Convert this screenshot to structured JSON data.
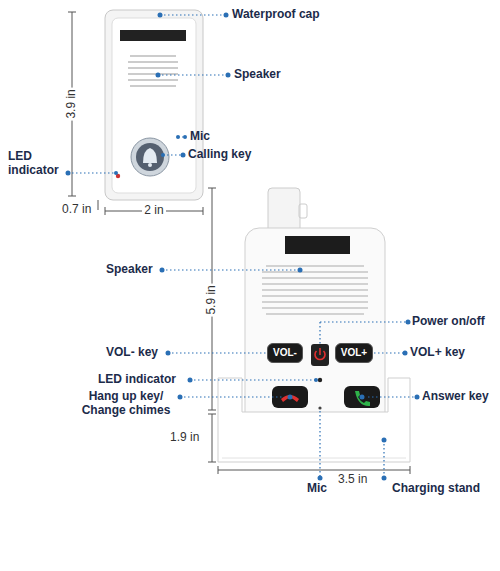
{
  "diagram": {
    "nodes": [
      {
        "text": [
          "VOL-"
        ]
      },
      {
        "text": [
          "VOL+"
        ]
      }
    ],
    "labels": [
      "Waterproof cap",
      "Speaker",
      "3.9 in",
      "Mic",
      "Calling key",
      "LED indicator",
      "0.7 in",
      "2 in",
      "Speaker",
      "5.9 in",
      "Power on/off",
      "VOL- key",
      "VOL+ key",
      "LED indicator",
      "Hang up key/ Change chimes",
      "Answer key",
      "1.9 in",
      "3.5 in",
      "Mic",
      "Charging stand"
    ]
  }
}
